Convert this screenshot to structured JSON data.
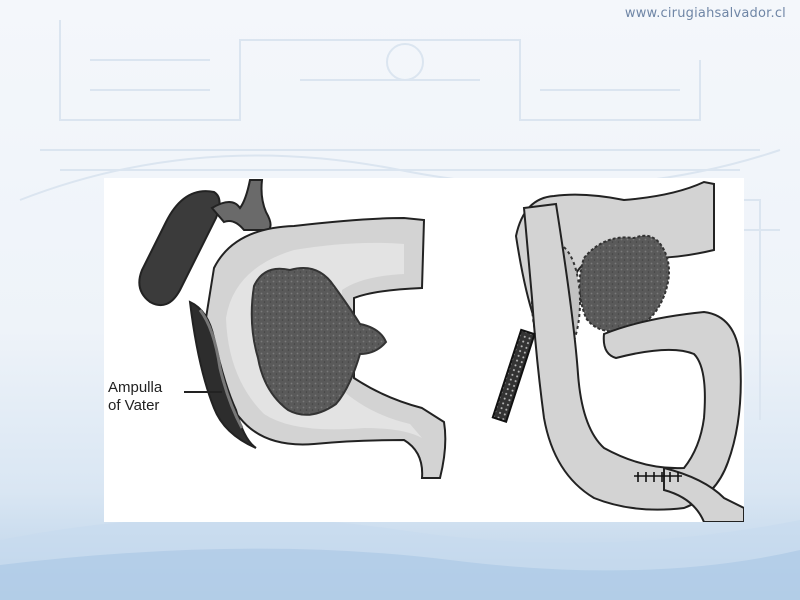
{
  "header": {
    "website": "www.cirugiahsalvador.cl"
  },
  "figure": {
    "left_panel": {
      "label_line1": "Ampulla",
      "label_line2": "of Vater"
    }
  },
  "colors": {
    "background_top": "#f4f7fb",
    "background_bottom": "#b8d0e8",
    "tissue_fill": "#d4d4d4",
    "tumor_fill": "#5c5c5c",
    "gallbladder_fill": "#3a3a3a"
  }
}
